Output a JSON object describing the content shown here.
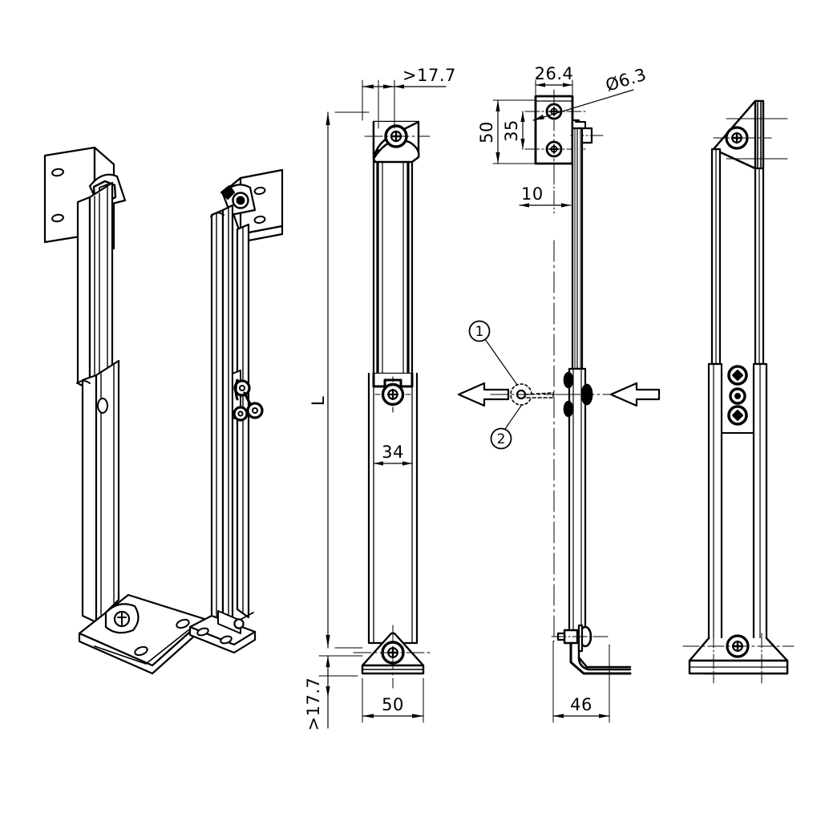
{
  "drawing": {
    "title": "Telescoping adjustable support leg — multi-view technical drawing",
    "background_color": "#ffffff",
    "line_color": "#000000",
    "units": "mm"
  },
  "views": [
    {
      "id": "iso-left",
      "name": "isometric-view-extended",
      "description": "3D isometric view of support leg with flat top mounting plate and triangular base foot"
    },
    {
      "id": "iso-right",
      "name": "isometric-view-angled-bracket",
      "description": "3D isometric view showing angled top bracket and locking R-clip pin"
    },
    {
      "id": "front-elevation",
      "name": "front-elevation-view",
      "description": "Front elevation with overall length and width dimensions"
    },
    {
      "id": "top-detail",
      "name": "top-bracket-detail-view",
      "description": "Detail of top mounting bracket plate with hole pattern"
    },
    {
      "id": "side-elevation",
      "name": "side-elevation-view",
      "description": "Narrow side elevation with foot depth dimension"
    },
    {
      "id": "right-elevation",
      "name": "right-side-elevation-view",
      "description": "Right side elevation showing triangular head bracket and fastener stack"
    }
  ],
  "dimensions": {
    "top_clearance": ">17.7",
    "bottom_clearance": ">17.7",
    "overall_length": "L",
    "inner_profile_width": "34",
    "base_width": "50",
    "bracket_width": "26.4",
    "hole_diameter": "Ø6.3",
    "bracket_height": "50",
    "hole_spacing": "35",
    "bracket_offset": "10",
    "foot_depth": "46"
  },
  "balloons": [
    {
      "id": "1",
      "label": "1",
      "name": "balloon-callout-1"
    },
    {
      "id": "2",
      "label": "2",
      "name": "balloon-callout-2"
    }
  ],
  "section_arrows": {
    "left_arrow": "section-arrow-left",
    "right_arrow": "section-arrow-right"
  }
}
